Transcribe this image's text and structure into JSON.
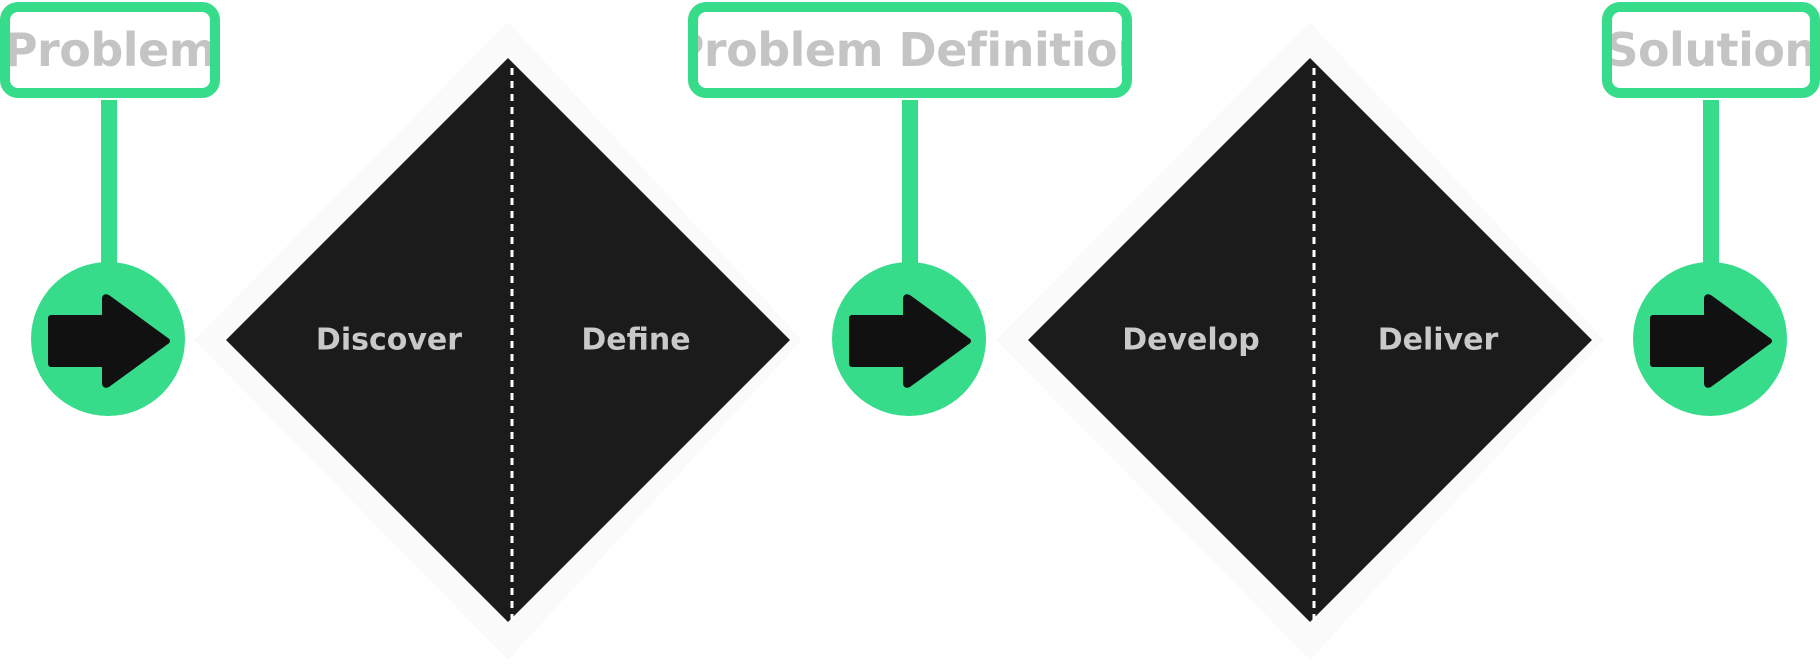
{
  "stages": {
    "problem": {
      "label": "Problem"
    },
    "problem_definition": {
      "label": "Problem Definition"
    },
    "solution": {
      "label": "Solution"
    }
  },
  "diamonds": {
    "first": {
      "left_phase": "Discover",
      "right_phase": "Define"
    },
    "second": {
      "left_phase": "Develop",
      "right_phase": "Deliver"
    }
  },
  "icons": {
    "node_icon": "arrow-right-icon"
  },
  "colors": {
    "accent": "#36dc8a",
    "diamond_fill": "#1b1b1b",
    "label_text": "#c4c4c4",
    "arrow": "#111111",
    "divider": "#ffffff"
  }
}
